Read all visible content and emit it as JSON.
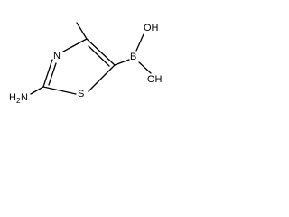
{
  "molecule": {
    "atoms": {
      "ring_nitrogen": "N",
      "ring_sulfur": "S",
      "amino": "H",
      "amino_subscript": "2",
      "amino_n": "N",
      "boron": "B",
      "hydroxyl_top": "OH",
      "hydroxyl_bottom": "OH"
    },
    "colors": {
      "bond": "#000000",
      "label": "#000000",
      "background": "#ffffff"
    }
  }
}
